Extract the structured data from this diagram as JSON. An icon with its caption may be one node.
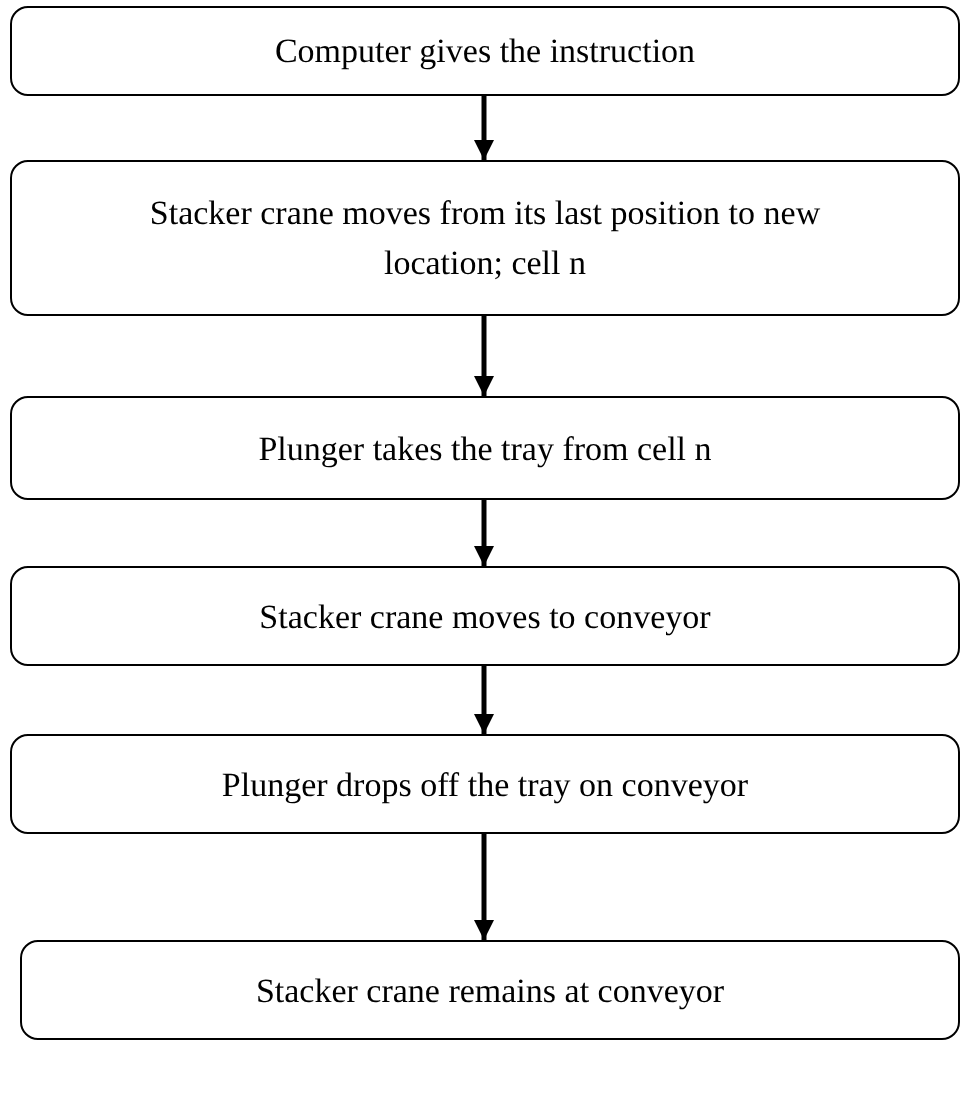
{
  "diagram": {
    "nodes": [
      {
        "text": [
          "Computer gives the instruction"
        ]
      },
      {
        "text": [
          "Stacker crane moves from its last position to new location; cell n"
        ]
      },
      {
        "text": [
          "Plunger takes the tray from cell n"
        ]
      },
      {
        "text": [
          "Stacker crane moves to conveyor"
        ]
      },
      {
        "text": [
          "Plunger drops off the tray on conveyor"
        ]
      },
      {
        "text": [
          "Stacker crane remains at conveyor"
        ]
      }
    ],
    "edges": [
      {
        "from": 0,
        "to": 1,
        "arrow": "to"
      },
      {
        "from": 1,
        "to": 2,
        "arrow": "to"
      },
      {
        "from": 2,
        "to": 3,
        "arrow": "to"
      },
      {
        "from": 3,
        "to": 4,
        "arrow": "to"
      },
      {
        "from": 4,
        "to": 5,
        "arrow": "to"
      }
    ]
  }
}
